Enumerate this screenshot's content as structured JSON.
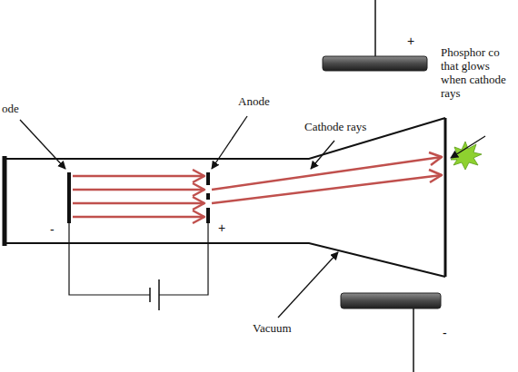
{
  "diagram": {
    "labels": [
      "ode",
      "Anode",
      "Cathode rays",
      "Phosphor co that glows when cathode rays",
      "-",
      "+",
      "+",
      "-",
      "Vacuum"
    ]
  }
}
